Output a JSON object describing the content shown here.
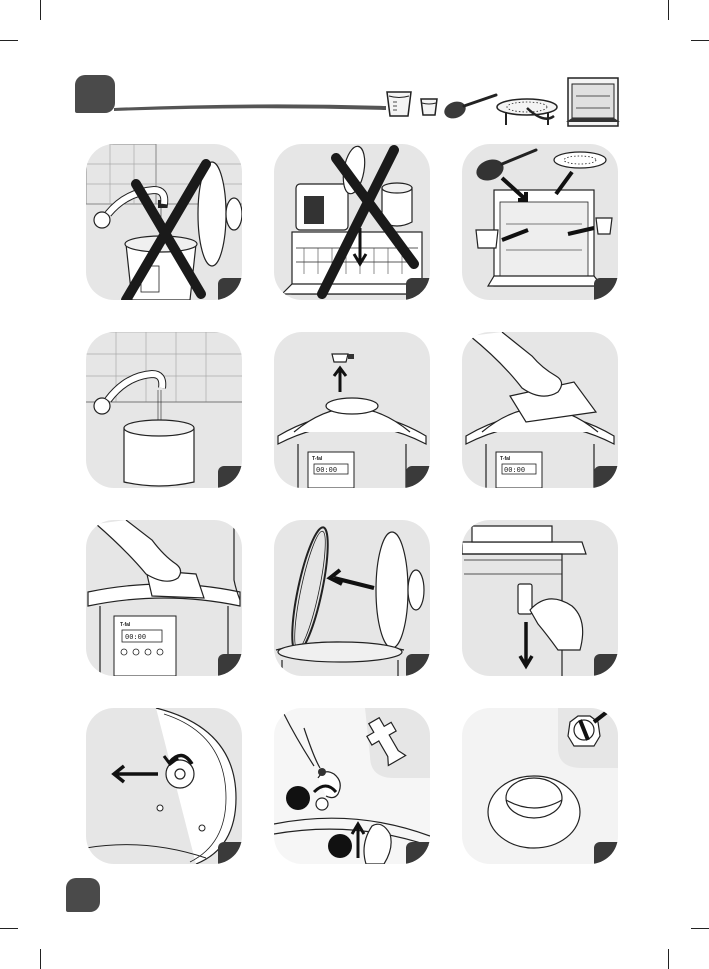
{
  "header": {
    "section_badge": "",
    "icons": [
      "measuring-cup-icon",
      "small-cup-icon",
      "spatula-icon",
      "steam-rack-icon",
      "dishwasher-icon"
    ]
  },
  "panels": [
    {
      "id": "p1",
      "icon": "tap-over-cooker-prohibited",
      "step": ""
    },
    {
      "id": "p2",
      "icon": "cooker-in-dishwasher-prohibited",
      "step": ""
    },
    {
      "id": "p3",
      "icon": "accessories-into-dishwasher",
      "step": ""
    },
    {
      "id": "p4",
      "icon": "rinse-inner-pot-under-tap",
      "step": ""
    },
    {
      "id": "p5",
      "icon": "remove-steam-valve",
      "step": ""
    },
    {
      "id": "p6",
      "icon": "wipe-lid-with-cloth",
      "step": ""
    },
    {
      "id": "p7",
      "icon": "wipe-cooker-rim",
      "step": ""
    },
    {
      "id": "p8",
      "icon": "remove-sealing-ring",
      "step": ""
    },
    {
      "id": "p9",
      "icon": "pull-condensation-cup",
      "step": ""
    },
    {
      "id": "p10",
      "icon": "remove-lid-cover",
      "step": ""
    },
    {
      "id": "p11",
      "icon": "unscrew-valve-parts",
      "step": ""
    },
    {
      "id": "p12",
      "icon": "clean-valve-cap",
      "step": ""
    }
  ],
  "appliance_brand": "T-fal",
  "display_digits": "00:00",
  "footer": {
    "page_badge": ""
  },
  "colors": {
    "panel": "#e6e6e6",
    "badge": "#4a4a4a",
    "ink": "#222222"
  }
}
